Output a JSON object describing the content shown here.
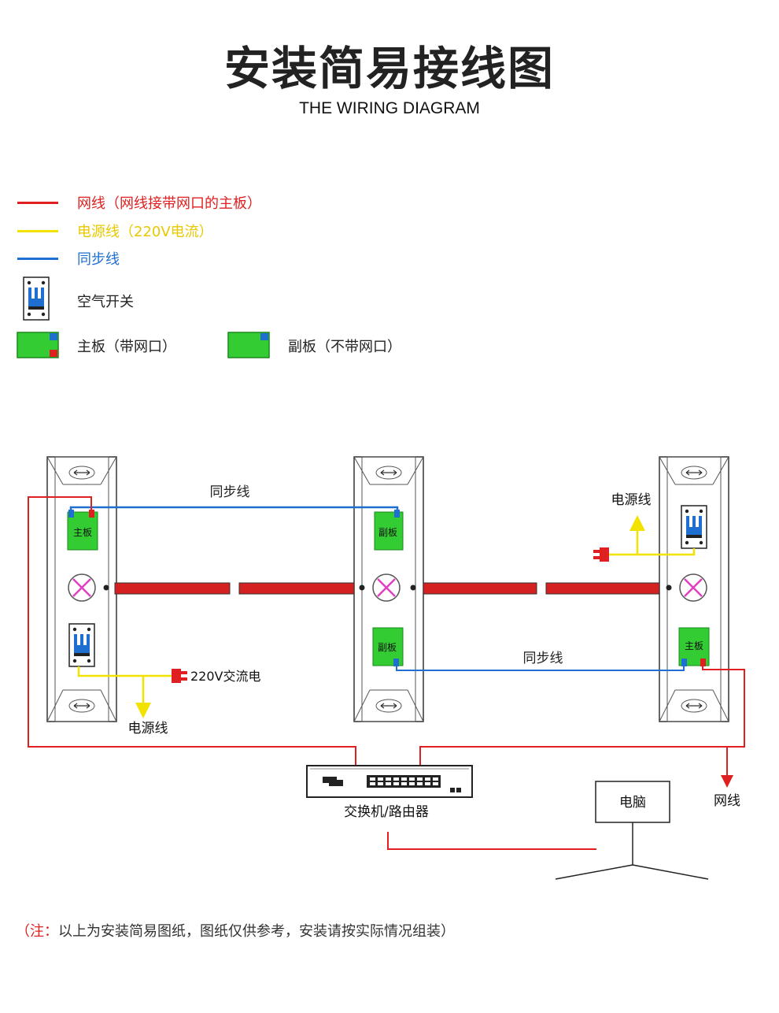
{
  "title": "安装简易接线图",
  "subtitle": "THE WIRING DIAGRAM",
  "legend": {
    "network_line": "网线（网线接带网口的主板）",
    "power_line": "电源线（220V电流）",
    "sync_line": "同步线",
    "air_switch": "空气开关",
    "main_board": "主板（带网口）",
    "sub_board": "副板（不带网口）"
  },
  "diagram": {
    "board_main": "主板",
    "board_sub": "副板",
    "sync_label_top": "同步线",
    "sync_label_bottom": "同步线",
    "power_label_right": "电源线",
    "power_label_left": "电源线",
    "ac_label": "220V交流电",
    "switch_label": "交换机/路由器",
    "computer_label": "电脑",
    "network_label": "网线"
  },
  "colors": {
    "network": "#e02020",
    "power": "#f2e200",
    "sync": "#1e6fd0",
    "board": "#33cc33"
  },
  "note": {
    "open": "（注：",
    "body": "以上为安装简易图纸，图纸仅供参考，安装请按实际情况组装",
    "close": "）"
  }
}
